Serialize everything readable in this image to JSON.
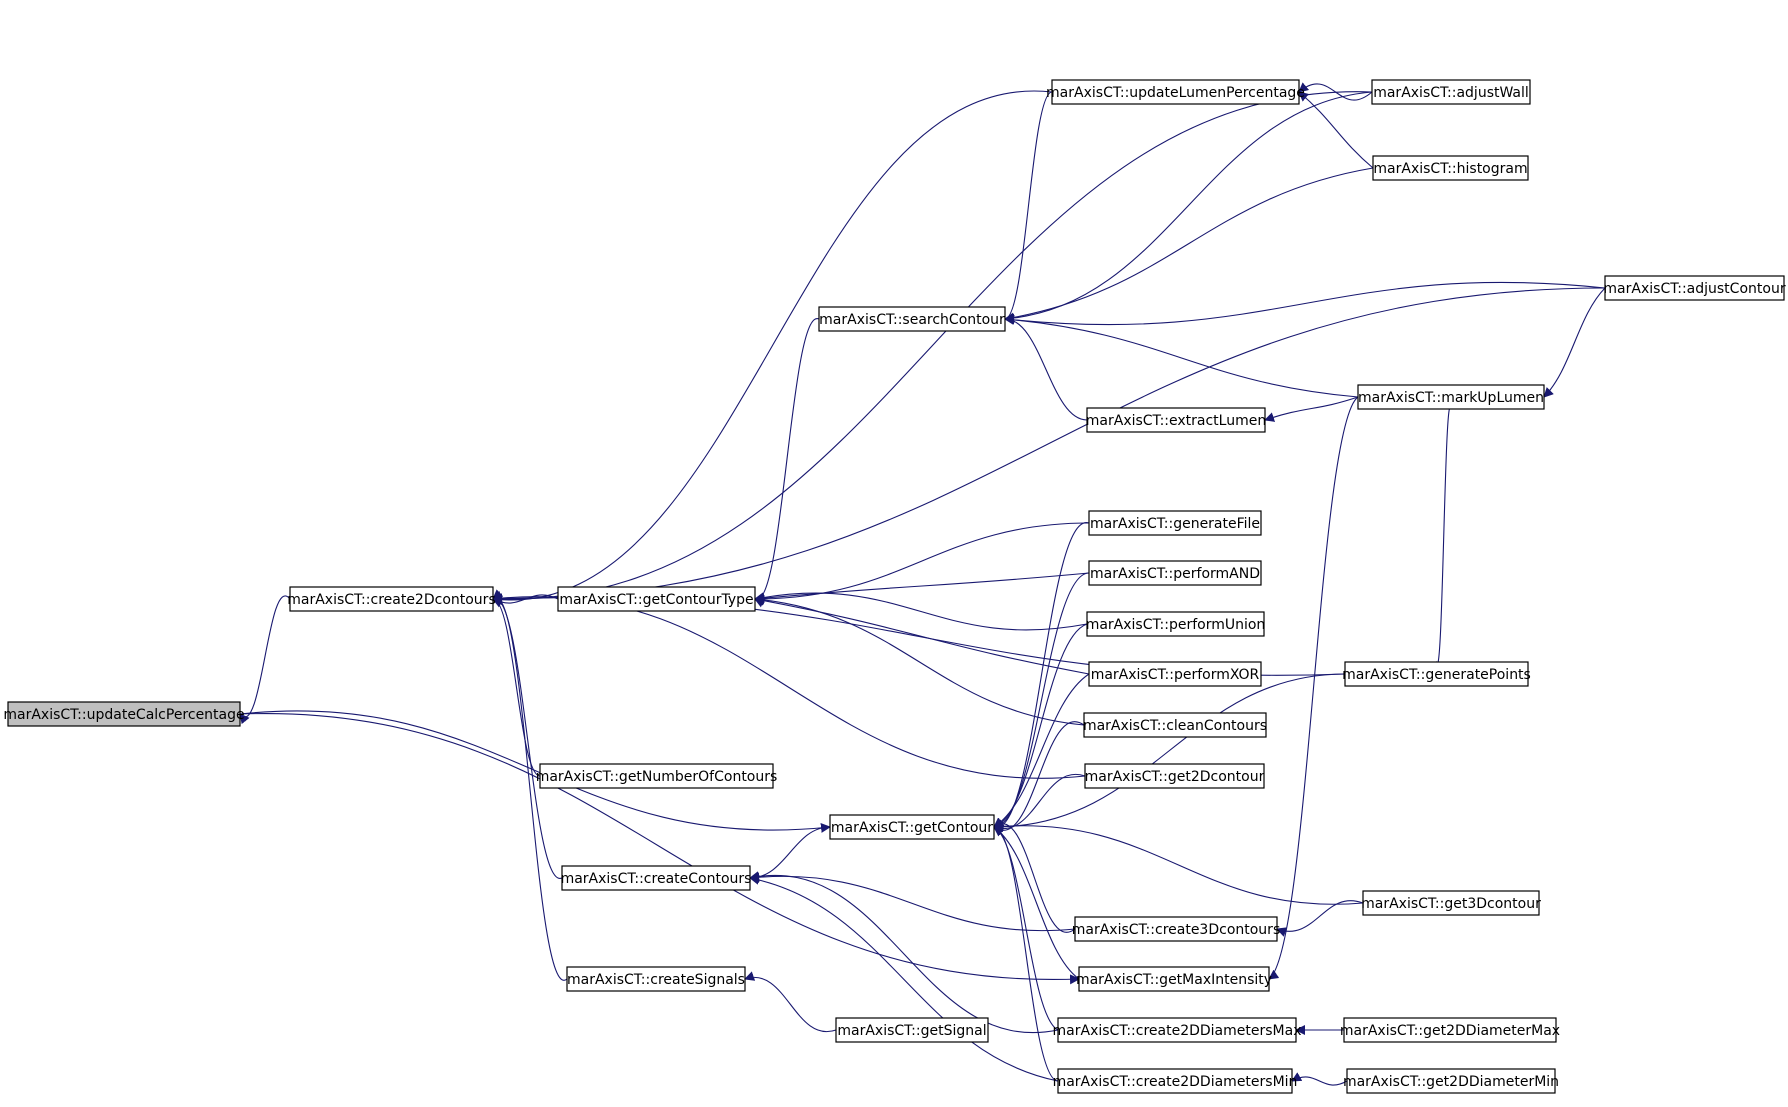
{
  "graph": {
    "colors": {
      "edge": "#191970",
      "node_border": "#000000",
      "root_fill": "#bfbfbf",
      "node_fill": "#ffffff"
    },
    "nodes": [
      {
        "id": "updateCalcPercentage",
        "label": "marAxisCT::updateCalcPercentage",
        "highlighted": true
      },
      {
        "id": "create2Dcontours",
        "label": "marAxisCT::create2Dcontours"
      },
      {
        "id": "getContourType",
        "label": "marAxisCT::getContourType"
      },
      {
        "id": "getNumberOfContours",
        "label": "marAxisCT::getNumberOfContours"
      },
      {
        "id": "getContour",
        "label": "marAxisCT::getContour"
      },
      {
        "id": "createContours",
        "label": "marAxisCT::createContours"
      },
      {
        "id": "createSignals",
        "label": "marAxisCT::createSignals"
      },
      {
        "id": "getSignal",
        "label": "marAxisCT::getSignal"
      },
      {
        "id": "updateLumenPercentage",
        "label": "marAxisCT::updateLumenPercentage"
      },
      {
        "id": "adjustWall",
        "label": "marAxisCT::adjustWall"
      },
      {
        "id": "histogram",
        "label": "marAxisCT::histogram"
      },
      {
        "id": "searchContour",
        "label": "marAxisCT::searchContour"
      },
      {
        "id": "adjustContour",
        "label": "marAxisCT::adjustContour"
      },
      {
        "id": "markUpLumen",
        "label": "marAxisCT::markUpLumen"
      },
      {
        "id": "extractLumen",
        "label": "marAxisCT::extractLumen"
      },
      {
        "id": "generateFile",
        "label": "marAxisCT::generateFile"
      },
      {
        "id": "performAND",
        "label": "marAxisCT::performAND"
      },
      {
        "id": "performUnion",
        "label": "marAxisCT::performUnion"
      },
      {
        "id": "performXOR",
        "label": "marAxisCT::performXOR"
      },
      {
        "id": "cleanContours",
        "label": "marAxisCT::cleanContours"
      },
      {
        "id": "get2Dcontour",
        "label": "marAxisCT::get2Dcontour"
      },
      {
        "id": "generatePoints",
        "label": "marAxisCT::generatePoints"
      },
      {
        "id": "get3Dcontour",
        "label": "marAxisCT::get3Dcontour"
      },
      {
        "id": "create3Dcontours",
        "label": "marAxisCT::create3Dcontours"
      },
      {
        "id": "getMaxIntensity",
        "label": "marAxisCT::getMaxIntensity"
      },
      {
        "id": "create2DDiametersMax",
        "label": "marAxisCT::create2DDiametersMax"
      },
      {
        "id": "get2DDiameterMax",
        "label": "marAxisCT::get2DDiameterMax"
      },
      {
        "id": "create2DDiametersMin",
        "label": "marAxisCT::create2DDiametersMin"
      },
      {
        "id": "get2DDiameterMin",
        "label": "marAxisCT::get2DDiameterMin"
      }
    ],
    "edges": [
      {
        "from": "create2Dcontours",
        "to": "updateCalcPercentage"
      },
      {
        "from": "getContourType",
        "to": "create2Dcontours"
      },
      {
        "from": "getNumberOfContours",
        "to": "create2Dcontours"
      },
      {
        "from": "createContours",
        "to": "create2Dcontours"
      },
      {
        "from": "createSignals",
        "to": "create2Dcontours"
      },
      {
        "from": "updateLumenPercentage",
        "to": "create2Dcontours"
      },
      {
        "from": "adjustWall",
        "to": "create2Dcontours"
      },
      {
        "from": "adjustContour",
        "to": "create2Dcontours"
      },
      {
        "from": "generatePoints",
        "to": "create2Dcontours"
      },
      {
        "from": "get2Dcontour",
        "to": "create2Dcontours"
      },
      {
        "from": "updateCalcPercentage",
        "to": "getContour"
      },
      {
        "from": "updateCalcPercentage",
        "to": "getMaxIntensity"
      },
      {
        "from": "getContour",
        "to": "createContours"
      },
      {
        "from": "getSignal",
        "to": "createSignals"
      },
      {
        "from": "adjustWall",
        "to": "updateLumenPercentage"
      },
      {
        "from": "histogram",
        "to": "updateLumenPercentage"
      },
      {
        "from": "searchContour",
        "to": "getContourType"
      },
      {
        "from": "generateFile",
        "to": "getContourType"
      },
      {
        "from": "performAND",
        "to": "getContourType"
      },
      {
        "from": "performUnion",
        "to": "getContourType"
      },
      {
        "from": "performXOR",
        "to": "getContourType"
      },
      {
        "from": "cleanContours",
        "to": "getContourType"
      },
      {
        "from": "updateLumenPercentage",
        "to": "searchContour"
      },
      {
        "from": "adjustWall",
        "to": "searchContour"
      },
      {
        "from": "histogram",
        "to": "searchContour"
      },
      {
        "from": "adjustContour",
        "to": "searchContour"
      },
      {
        "from": "markUpLumen",
        "to": "searchContour"
      },
      {
        "from": "extractLumen",
        "to": "searchContour"
      },
      {
        "from": "markUpLumen",
        "to": "extractLumen"
      },
      {
        "from": "adjustContour",
        "to": "markUpLumen"
      },
      {
        "from": "markUpLumen",
        "to": "generatePoints"
      },
      {
        "from": "generateFile",
        "to": "getContour"
      },
      {
        "from": "performAND",
        "to": "getContour"
      },
      {
        "from": "performUnion",
        "to": "getContour"
      },
      {
        "from": "performXOR",
        "to": "getContour"
      },
      {
        "from": "cleanContours",
        "to": "getContour"
      },
      {
        "from": "get2Dcontour",
        "to": "getContour"
      },
      {
        "from": "generatePoints",
        "to": "getContour"
      },
      {
        "from": "get3Dcontour",
        "to": "getContour"
      },
      {
        "from": "create3Dcontours",
        "to": "getContour"
      },
      {
        "from": "getMaxIntensity",
        "to": "getContour"
      },
      {
        "from": "create2DDiametersMax",
        "to": "getContour"
      },
      {
        "from": "create2DDiametersMin",
        "to": "getContour"
      },
      {
        "from": "create3Dcontours",
        "to": "createContours"
      },
      {
        "from": "create2DDiametersMax",
        "to": "createContours"
      },
      {
        "from": "create2DDiametersMin",
        "to": "createContours"
      },
      {
        "from": "get3Dcontour",
        "to": "create3Dcontours"
      },
      {
        "from": "get2DDiameterMax",
        "to": "create2DDiametersMax"
      },
      {
        "from": "get2DDiameterMin",
        "to": "create2DDiametersMin"
      },
      {
        "from": "markUpLumen",
        "to": "getMaxIntensity"
      }
    ]
  }
}
